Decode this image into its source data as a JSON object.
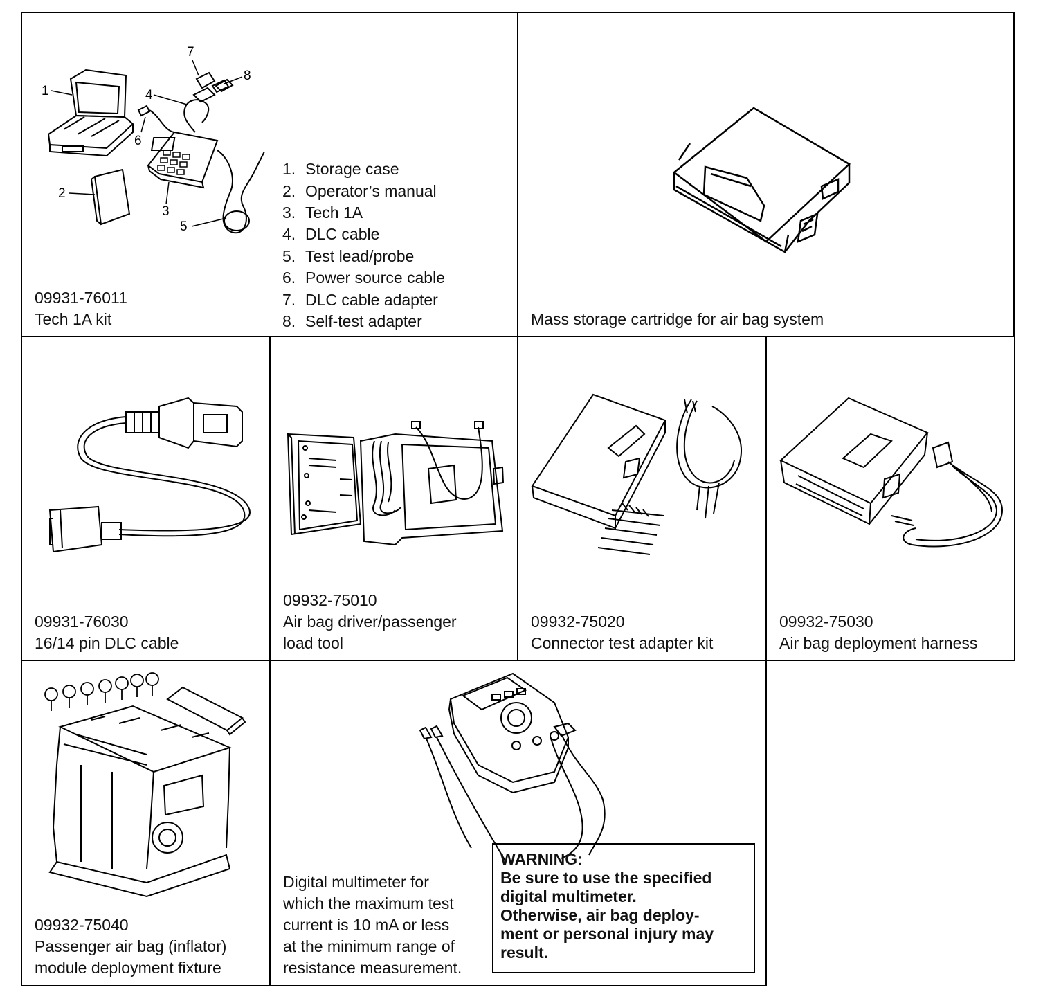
{
  "tools": [
    {
      "part_number": "09931-76011",
      "name": "Tech 1A kit",
      "callouts": [
        "1",
        "2",
        "3",
        "4",
        "5",
        "6",
        "7",
        "8"
      ],
      "legend": [
        {
          "num": "1.",
          "text": "Storage case"
        },
        {
          "num": "2.",
          "text": "Operator’s manual"
        },
        {
          "num": "3.",
          "text": "Tech 1A"
        },
        {
          "num": "4.",
          "text": "DLC cable"
        },
        {
          "num": "5.",
          "text": "Test lead/probe"
        },
        {
          "num": "6.",
          "text": "Power source cable"
        },
        {
          "num": "7.",
          "text": "DLC cable adapter"
        },
        {
          "num": "8.",
          "text": "Self-test adapter"
        }
      ]
    },
    {
      "part_number": "",
      "name": "Mass storage cartridge for air bag system"
    },
    {
      "part_number": "09931-76030",
      "name": "16/14 pin DLC cable"
    },
    {
      "part_number": "09932-75010",
      "name_lines": [
        "Air bag driver/passenger",
        "load tool"
      ]
    },
    {
      "part_number": "09932-75020",
      "name": "Connector test adapter kit"
    },
    {
      "part_number": "09932-75030",
      "name": "Air bag deployment harness"
    },
    {
      "part_number": "09932-75040",
      "name_lines": [
        "Passenger air bag (inflator)",
        "module deployment fixture"
      ]
    },
    {
      "description_lines": [
        "Digital multimeter for",
        "which the maximum test",
        "current is 10 mA or less",
        "at the minimum range of",
        "resistance measurement."
      ],
      "warning": {
        "title": "WARNING:",
        "lines": [
          "Be sure to use the specified",
          "digital multimeter.",
          "Otherwise, air bag deploy-",
          "ment or personal injury may",
          "result."
        ]
      }
    }
  ]
}
